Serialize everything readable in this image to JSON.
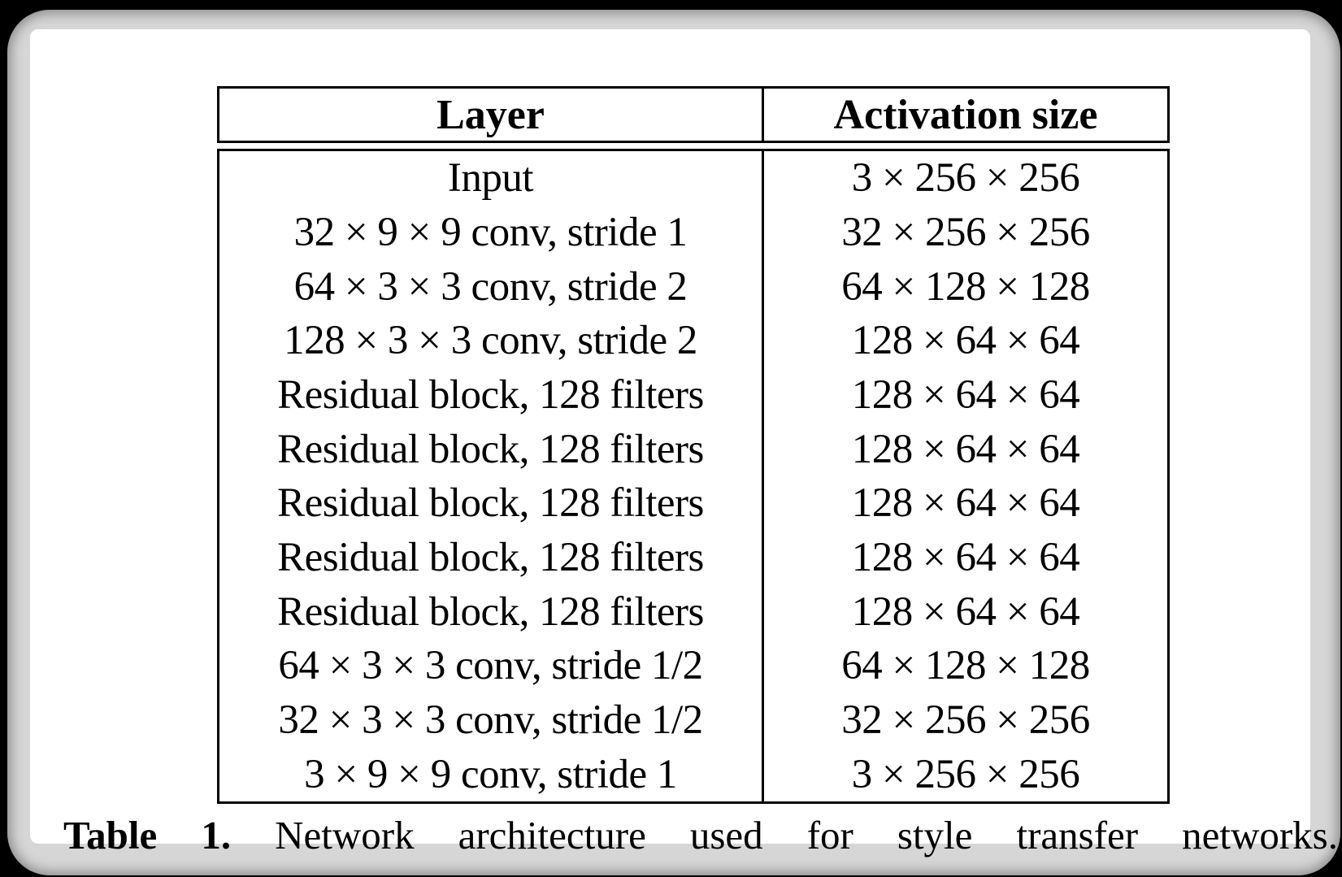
{
  "table": {
    "headers": [
      "Layer",
      "Activation size"
    ],
    "rows": [
      [
        "Input",
        "3 × 256 × 256"
      ],
      [
        "32 × 9 × 9 conv, stride 1",
        "32 × 256 × 256"
      ],
      [
        "64 × 3 × 3 conv, stride 2",
        "64 × 128 × 128"
      ],
      [
        "128 × 3 × 3 conv, stride 2",
        "128 × 64 × 64"
      ],
      [
        "Residual block, 128 filters",
        "128 × 64 × 64"
      ],
      [
        "Residual block, 128 filters",
        "128 × 64 × 64"
      ],
      [
        "Residual block, 128 filters",
        "128 × 64 × 64"
      ],
      [
        "Residual block, 128 filters",
        "128 × 64 × 64"
      ],
      [
        "Residual block, 128 filters",
        "128 × 64 × 64"
      ],
      [
        "64 × 3 × 3 conv, stride 1/2",
        "64 × 128 × 128"
      ],
      [
        "32 × 3 × 3 conv, stride 1/2",
        "32 × 256 × 256"
      ],
      [
        "3 × 9 × 9 conv, stride 1",
        "3 × 256 × 256"
      ]
    ],
    "caption_label": "Table 1.",
    "caption_text": "Network architecture used for style transfer networks."
  },
  "colors": {
    "page_background": "#000000",
    "frame": "#d6d6d6",
    "card": "#ffffff",
    "text": "#000000",
    "rule": "#000000"
  }
}
